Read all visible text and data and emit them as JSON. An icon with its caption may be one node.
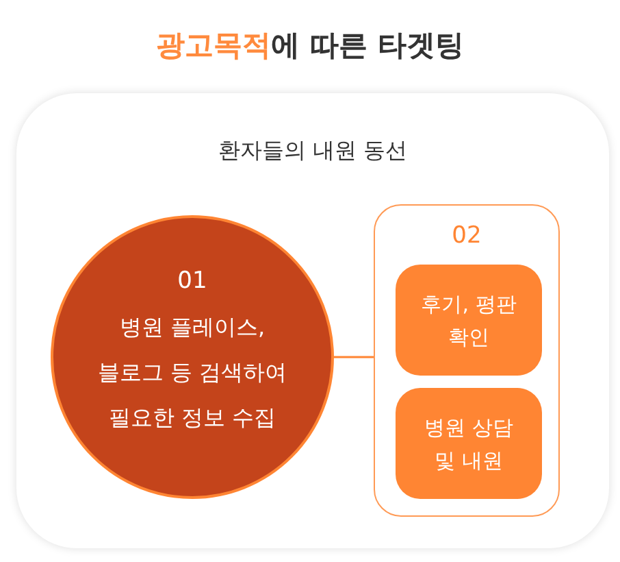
{
  "diagram": {
    "title": "**광고목적**에 따른 타겟팅",
    "nodes": [
      {
        "text": [
          "환자들의 내원 동선"
        ]
      },
      {
        "text": [
          "01",
          "병원 플레이스, 블로그 등 검색하여 필요한 정보 수집"
        ],
        "in": 0
      },
      {
        "text": [
          "02"
        ],
        "in": 0
      },
      {
        "text": [
          "후기, 평판 확인"
        ],
        "in": 2
      },
      {
        "text": [
          "병원 상담 및 내원"
        ],
        "in": 2
      }
    ],
    "edges": [
      {
        "from": 1,
        "to": 2,
        "arrow": "none"
      }
    ]
  }
}
